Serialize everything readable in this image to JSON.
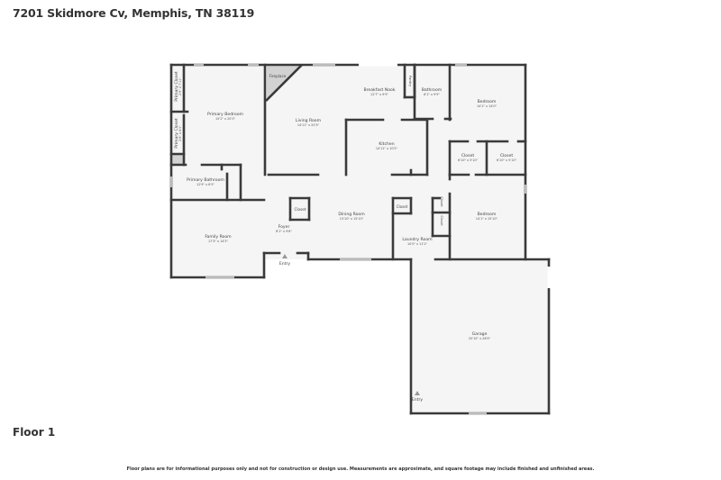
{
  "header": {
    "address": "7201 Skidmore Cv, Memphis, TN 38119"
  },
  "floor": {
    "label": "Floor 1"
  },
  "footer": {
    "disclaimer": "Floor plans are for informational purposes only and not for construction or design use. Measurements are approximate, and square footage may include finished and unfinished areas."
  },
  "rooms": {
    "primary_closet_1": {
      "name": "Primary Closet",
      "dims": "2'9\" x 7'11\""
    },
    "primary_closet_2": {
      "name": "Primary Closet",
      "dims": "2'8\" x 6'0\""
    },
    "primary_bedroom": {
      "name": "Primary Bedroom",
      "dims": "15'2\" x 20'3\""
    },
    "fireplace": {
      "name": "Fireplace"
    },
    "living_room": {
      "name": "Living Room",
      "dims": "14'11\" x 20'3\""
    },
    "breakfast_nook": {
      "name": "Breakfast Nook",
      "dims": "12'7\" x 9'9\""
    },
    "pantry": {
      "name": "Pantry"
    },
    "bathroom": {
      "name": "Bathroom",
      "dims": "6'1\" x 9'9\""
    },
    "bedroom_1": {
      "name": "Bedroom",
      "dims": "14'1\" x 14'0\""
    },
    "kitchen": {
      "name": "Kitchen",
      "dims": "14'11\" x 10'2\""
    },
    "closet_a": {
      "name": "Closet",
      "dims": "6'10\" x 5'10\""
    },
    "closet_b": {
      "name": "Closet",
      "dims": "6'10\" x 5'10\""
    },
    "primary_bathroom": {
      "name": "Primary Bathroom",
      "dims": "12'9\" x 6'5\""
    },
    "foyer_closet": {
      "name": "Closet"
    },
    "foyer": {
      "name": "Foyer",
      "dims": "8'1\" x 9'6\""
    },
    "family_room": {
      "name": "Family Room",
      "dims": "17'3\" x 14'5\""
    },
    "dining_room": {
      "name": "Dining Room",
      "dims": "15'10\" x 15'10\""
    },
    "laundry_closet": {
      "name": "Closet"
    },
    "laundry_closet_2": {
      "name": "Closet"
    },
    "laundry_closet_3": {
      "name": "Closet"
    },
    "laundry_room": {
      "name": "Laundry Room",
      "dims": "10'0\" x 11'2\""
    },
    "bedroom_2": {
      "name": "Bedroom",
      "dims": "14'1\" x 15'10\""
    },
    "garage": {
      "name": "Garage",
      "dims": "25'10\" x 28'9\""
    }
  },
  "entries": {
    "main": {
      "label": "Entry"
    },
    "garage": {
      "label": "Entry"
    }
  },
  "colors": {
    "wall": "#3a3a3a",
    "floor": "#f5f5f5",
    "window": "#bbbbbb"
  }
}
